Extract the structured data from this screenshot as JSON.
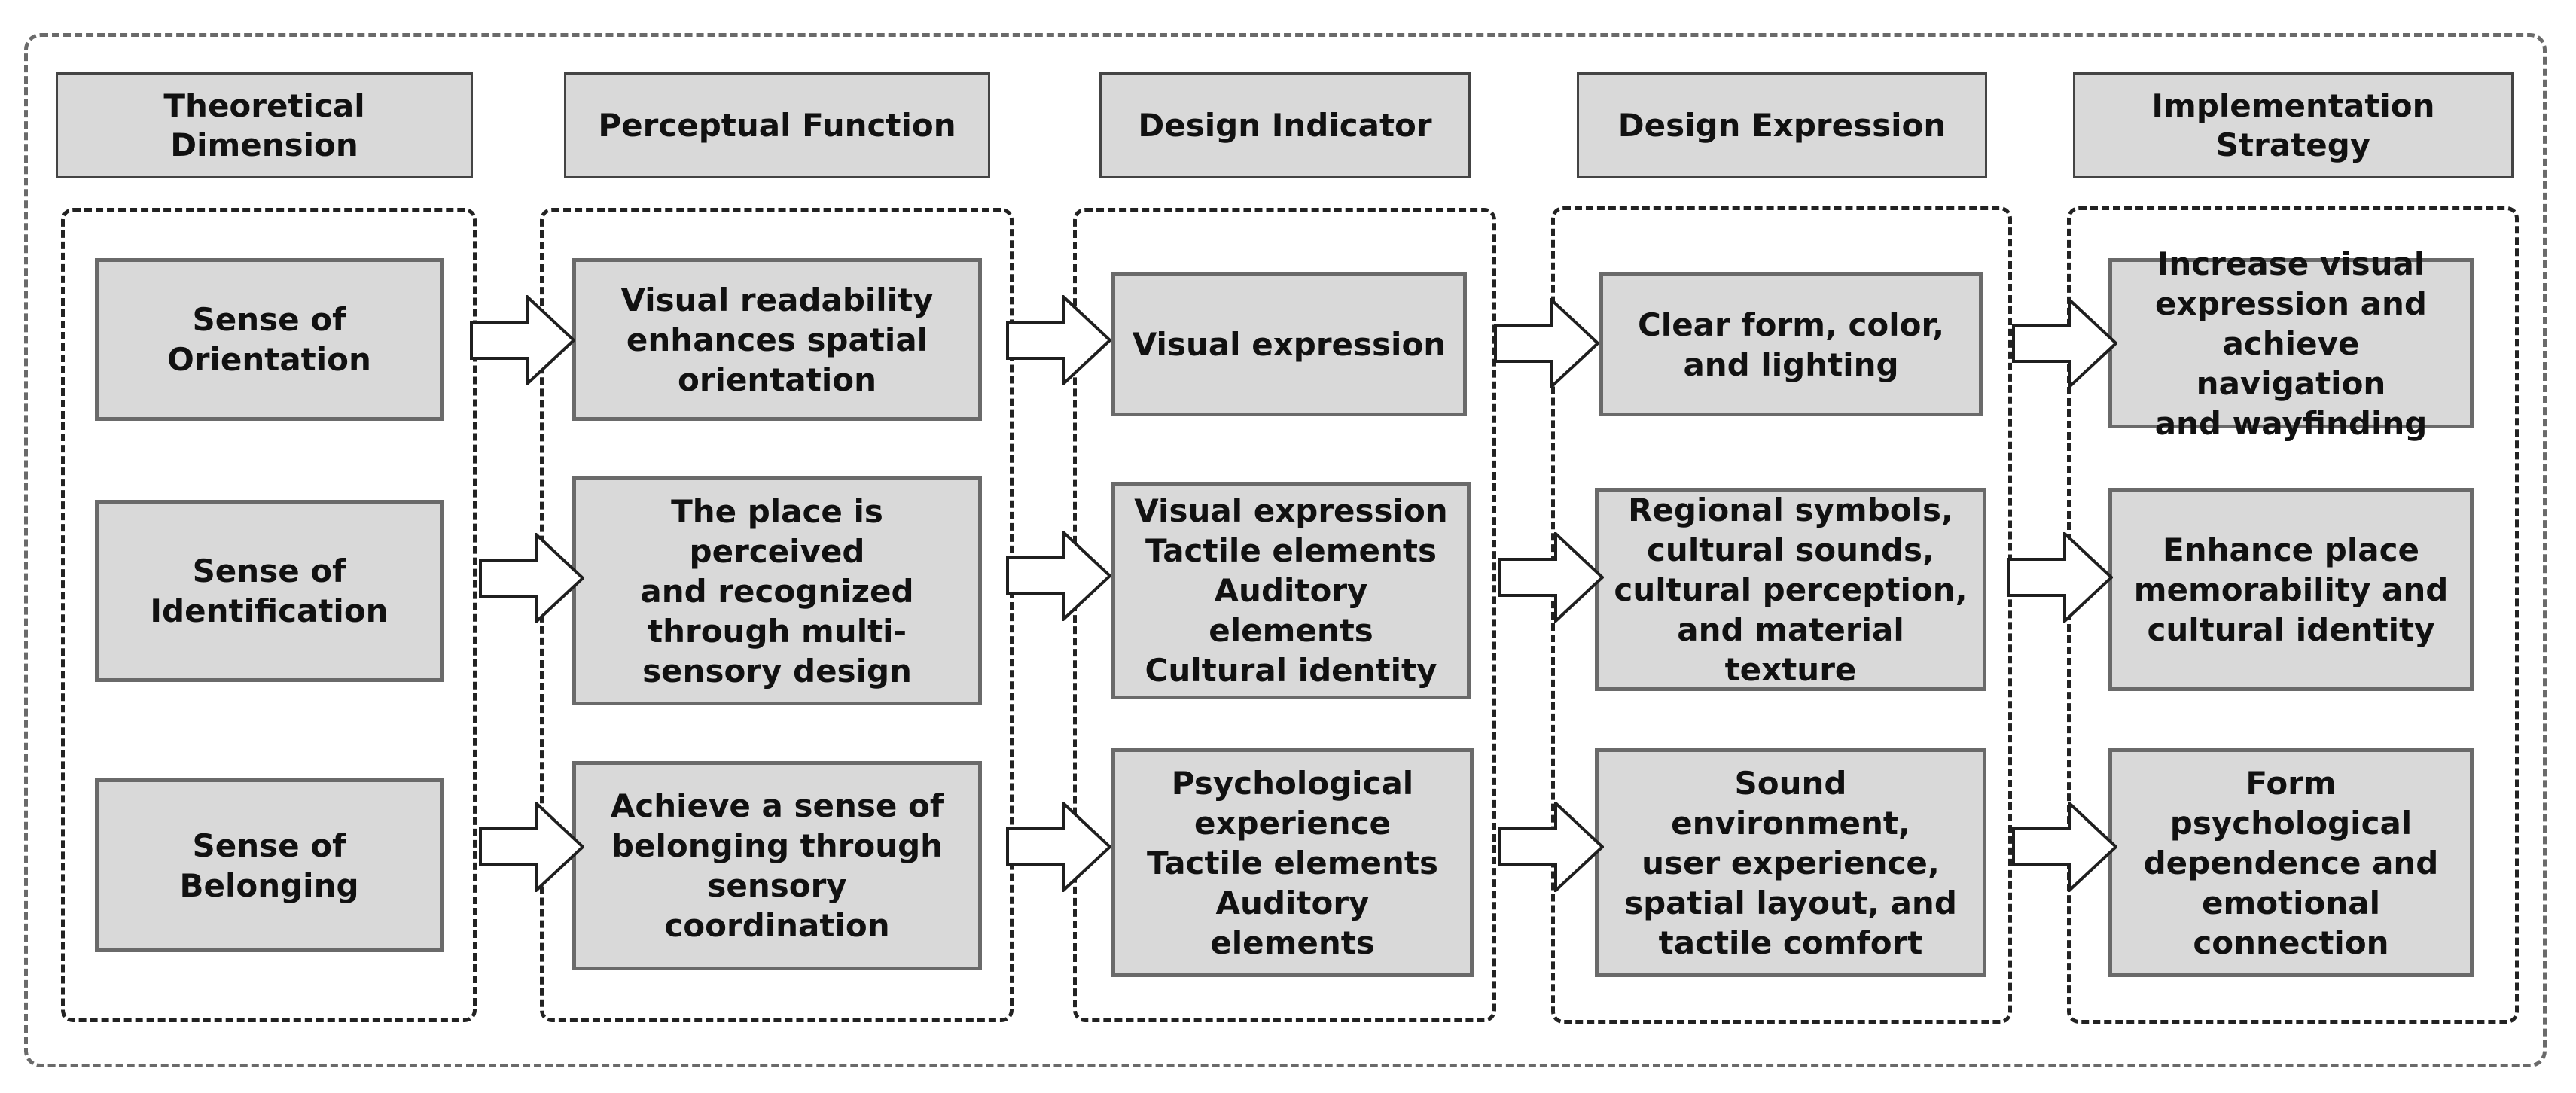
{
  "headers": [
    "Theoretical Dimension",
    "Perceptual Function",
    "Design Indicator",
    "Design Expression",
    "Implementation\nStrategy"
  ],
  "columns": [
    [
      "Sense of\nOrientation",
      "Sense of\nIdentification",
      "Sense of\nBelonging"
    ],
    [
      "Visual readability\nenhances spatial\norientation",
      "The place is perceived\nand recognized\nthrough multi-\nsensory design",
      "Achieve a sense of\nbelonging through\nsensory coordination"
    ],
    [
      "Visual expression",
      "Visual expression\nTactile elements\nAuditory elements\nCultural identity",
      "Psychological\nexperience\nTactile elements\nAuditory elements"
    ],
    [
      "Clear form, color,\nand lighting",
      "Regional symbols,\ncultural sounds,\ncultural perception,\nand material texture",
      "Sound environment,\nuser experience,\nspatial layout, and\ntactile comfort"
    ],
    [
      "Increase visual\nexpression and\nachieve navigation\nand wayfinding",
      "Enhance place\nmemorability and\ncultural identity",
      "Form psychological\ndependence and\nemotional\nconnection"
    ]
  ],
  "colors": {
    "box_fill": "#d9d9d9",
    "box_border": "#6a6a6a",
    "frame": "#222222"
  }
}
